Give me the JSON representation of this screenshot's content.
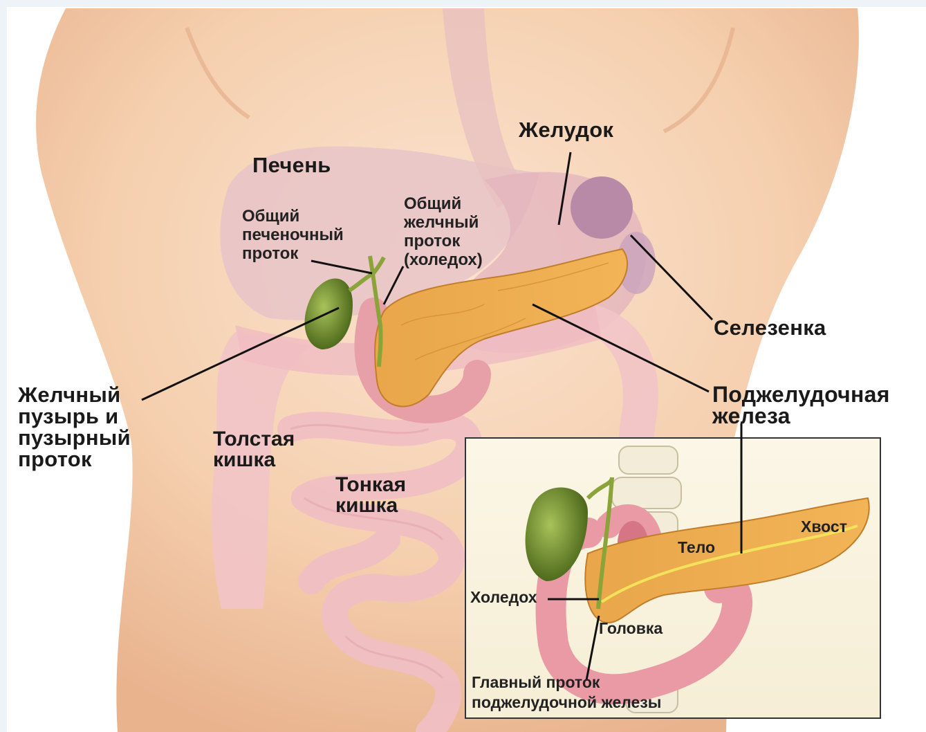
{
  "labels": {
    "stomach": "Желудок",
    "liver": "Печень",
    "common_hepatic_duct": "Общий\nпеченочный\nпроток",
    "common_bile_duct": "Общий\nжелчный\nпроток\n(холедох)",
    "spleen": "Селезенка",
    "gallbladder": "Желчный\nпузырь и\nпузырный\nпроток",
    "pancreas": "Поджелудочная\nжелеза",
    "large_intestine": "Толстая\nкишка",
    "small_intestine": "Тонкая\nкишка"
  },
  "inset": {
    "tail": "Хвост",
    "body": "Тело",
    "choledoch": "Холедох",
    "head": "Головка",
    "main_duct": "Главный проток\nподжелудочной железы"
  }
}
